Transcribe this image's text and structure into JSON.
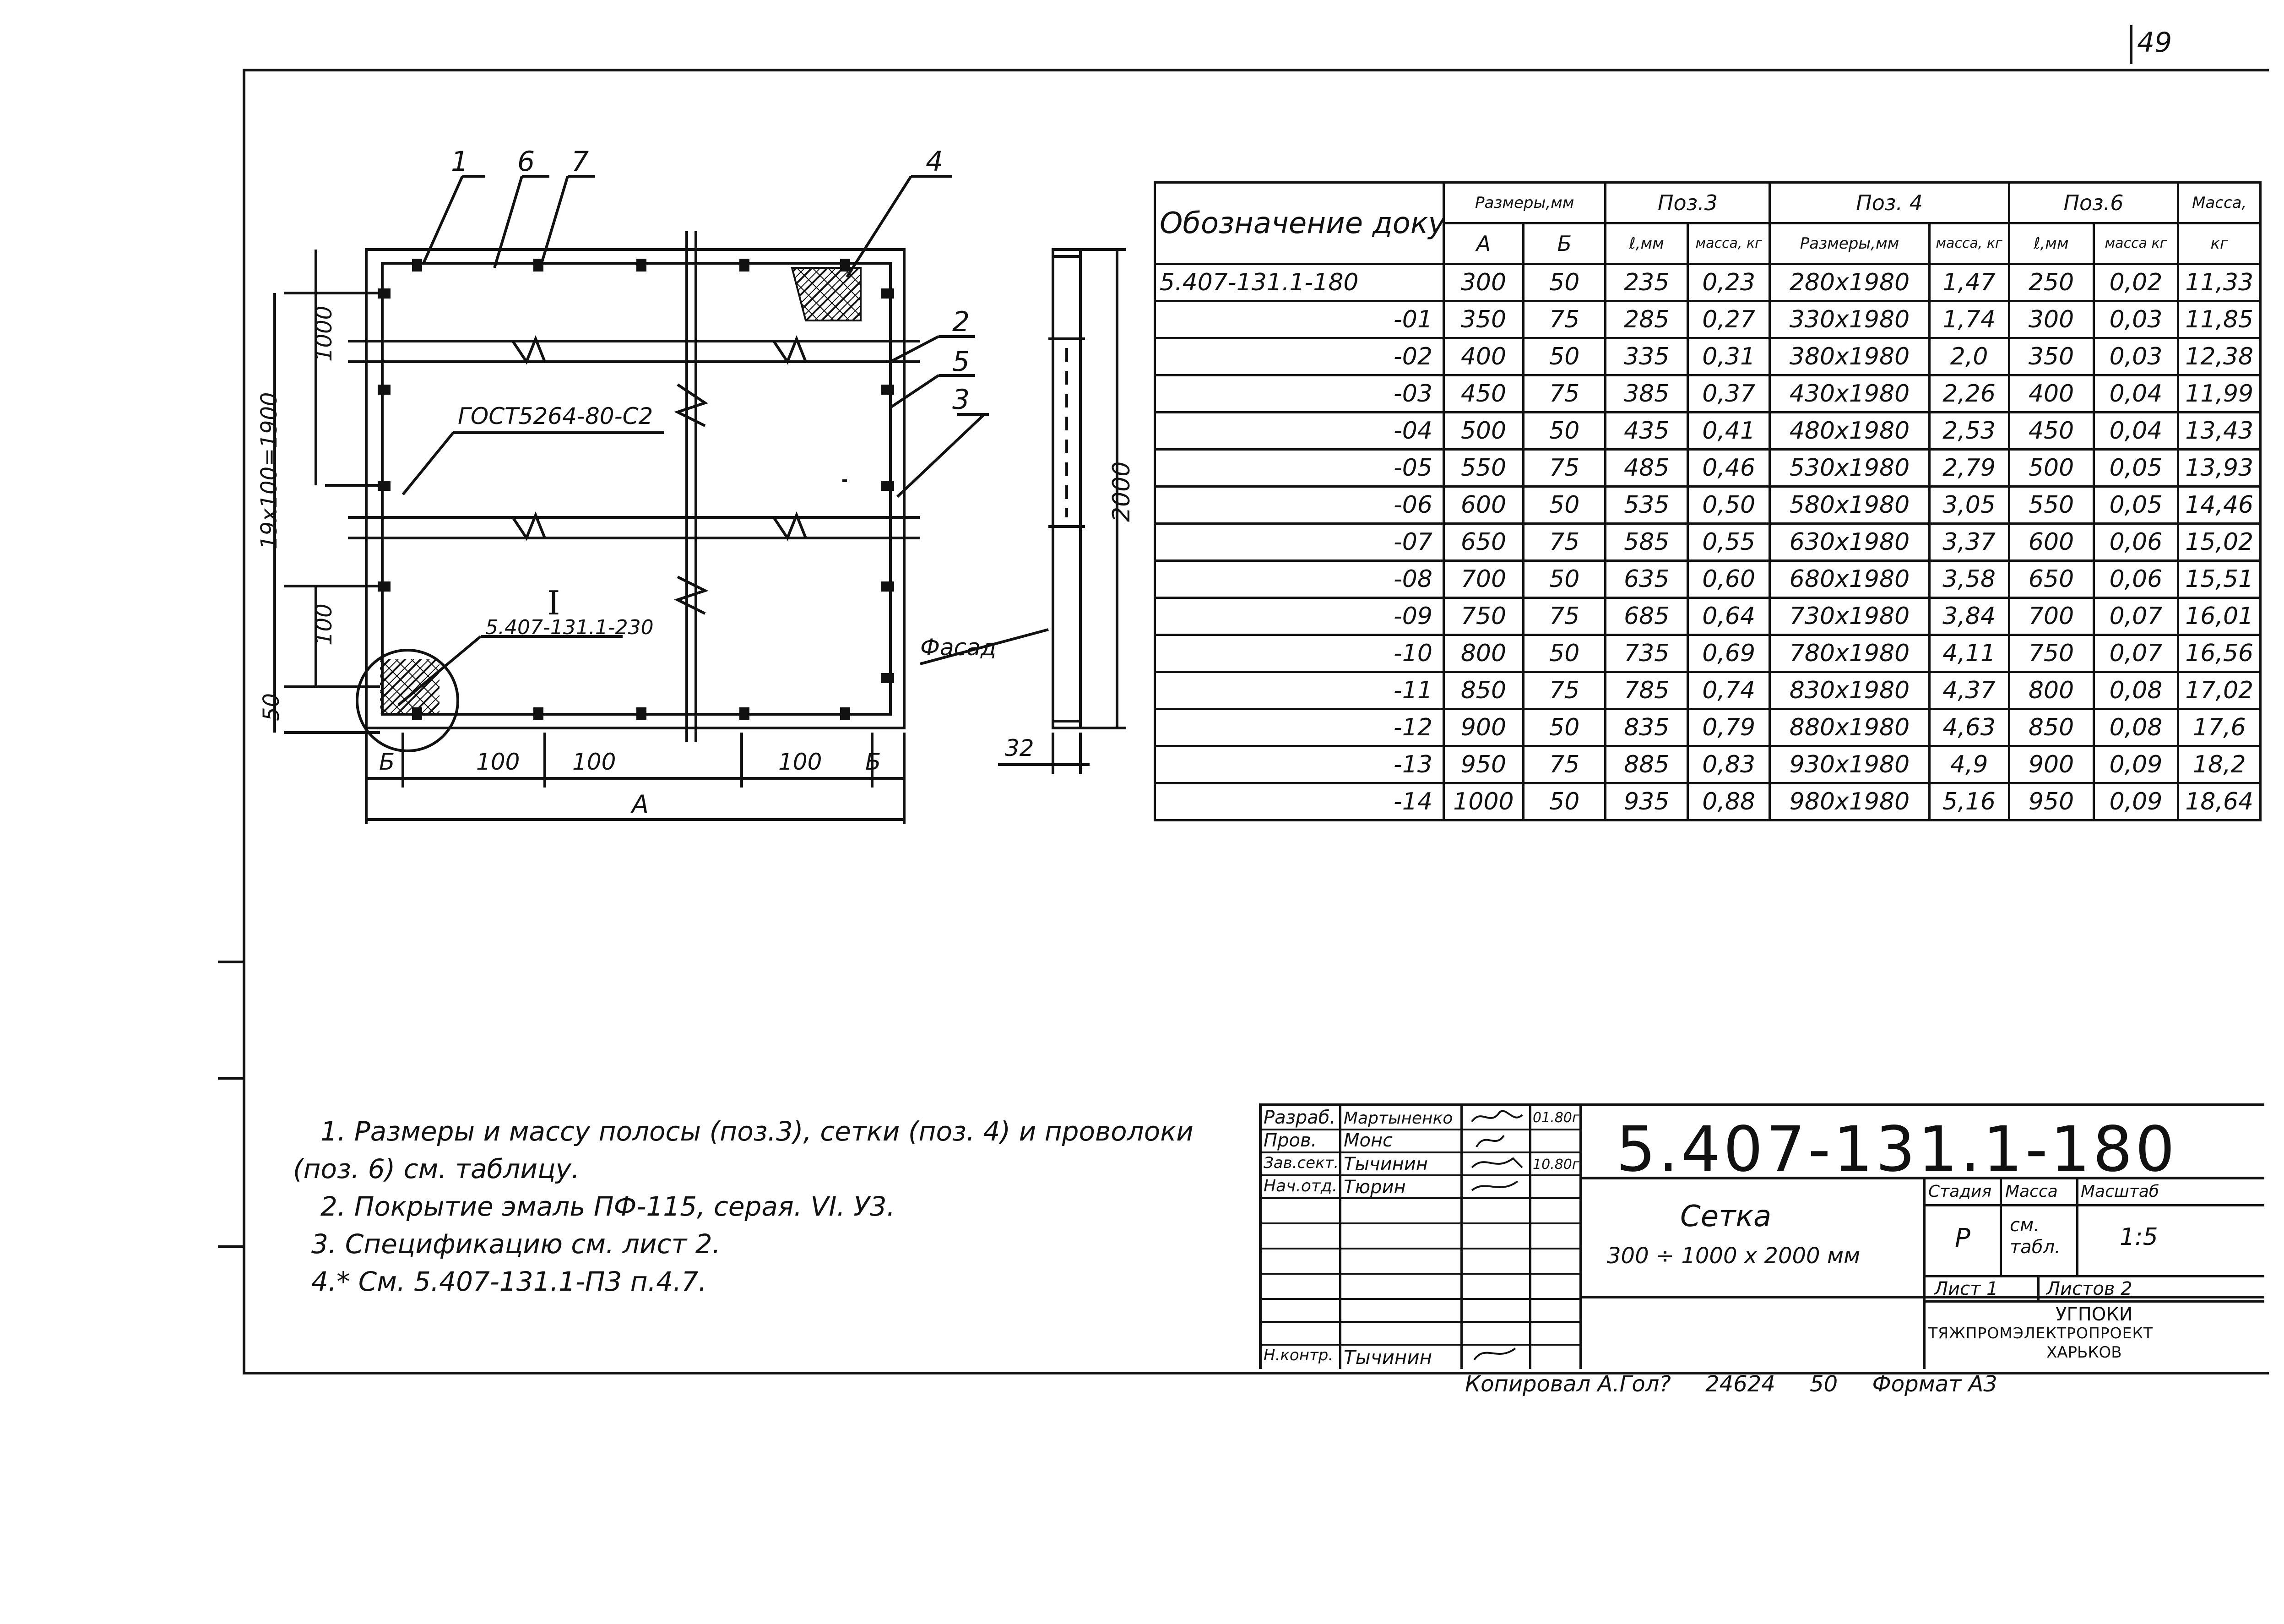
{
  "page": {
    "number": "49"
  },
  "drawing": {
    "callouts": [
      "1",
      "6",
      "7",
      "4",
      "2",
      "5",
      "3"
    ],
    "gost_label": "ГОСТ5264-80-С2",
    "detail_mark": "I",
    "detail_ref": "5.407-131.1-230",
    "facade_label": "Фасад",
    "dimensions": {
      "vertical_1000": "1000",
      "vertical_total": "19x100=1900",
      "vertical_100": "100",
      "vertical_50": "50",
      "bottom_b_left": "Б",
      "bottom_100_a": "100",
      "bottom_100_b": "100",
      "bottom_100_c": "100",
      "bottom_b_right": "Б",
      "width_a": "А",
      "side_height": "2000",
      "side_thickness": "32"
    }
  },
  "table": {
    "headers": {
      "doc": "Обозначение документа",
      "sizes": "Размеры,мм",
      "a": "А",
      "b": "Б",
      "pos3": "Поз.3",
      "pos3_len": "ℓ,мм",
      "pos3_mass": "масса, кг",
      "pos4": "Поз. 4",
      "pos4_size": "Размеры,мм",
      "pos4_mass": "масса, кг",
      "pos6": "Поз.6",
      "pos6_len": "ℓ,мм",
      "pos6_mass": "масса кг",
      "mass": "Масса,",
      "mass_unit": "кг"
    },
    "rows": [
      {
        "doc": "5.407-131.1-180",
        "a": "300",
        "b": "50",
        "l3": "235",
        "m3": "0,23",
        "s4": "280x1980",
        "m4": "1,47",
        "l6": "250",
        "m6": "0,02",
        "mass": "11,33"
      },
      {
        "doc": "-01",
        "a": "350",
        "b": "75",
        "l3": "285",
        "m3": "0,27",
        "s4": "330x1980",
        "m4": "1,74",
        "l6": "300",
        "m6": "0,03",
        "mass": "11,85"
      },
      {
        "doc": "-02",
        "a": "400",
        "b": "50",
        "l3": "335",
        "m3": "0,31",
        "s4": "380x1980",
        "m4": "2,0",
        "l6": "350",
        "m6": "0,03",
        "mass": "12,38"
      },
      {
        "doc": "-03",
        "a": "450",
        "b": "75",
        "l3": "385",
        "m3": "0,37",
        "s4": "430x1980",
        "m4": "2,26",
        "l6": "400",
        "m6": "0,04",
        "mass": "11,99"
      },
      {
        "doc": "-04",
        "a": "500",
        "b": "50",
        "l3": "435",
        "m3": "0,41",
        "s4": "480x1980",
        "m4": "2,53",
        "l6": "450",
        "m6": "0,04",
        "mass": "13,43"
      },
      {
        "doc": "-05",
        "a": "550",
        "b": "75",
        "l3": "485",
        "m3": "0,46",
        "s4": "530x1980",
        "m4": "2,79",
        "l6": "500",
        "m6": "0,05",
        "mass": "13,93"
      },
      {
        "doc": "-06",
        "a": "600",
        "b": "50",
        "l3": "535",
        "m3": "0,50",
        "s4": "580x1980",
        "m4": "3,05",
        "l6": "550",
        "m6": "0,05",
        "mass": "14,46"
      },
      {
        "doc": "-07",
        "a": "650",
        "b": "75",
        "l3": "585",
        "m3": "0,55",
        "s4": "630x1980",
        "m4": "3,37",
        "l6": "600",
        "m6": "0,06",
        "mass": "15,02"
      },
      {
        "doc": "-08",
        "a": "700",
        "b": "50",
        "l3": "635",
        "m3": "0,60",
        "s4": "680x1980",
        "m4": "3,58",
        "l6": "650",
        "m6": "0,06",
        "mass": "15,51"
      },
      {
        "doc": "-09",
        "a": "750",
        "b": "75",
        "l3": "685",
        "m3": "0,64",
        "s4": "730x1980",
        "m4": "3,84",
        "l6": "700",
        "m6": "0,07",
        "mass": "16,01"
      },
      {
        "doc": "-10",
        "a": "800",
        "b": "50",
        "l3": "735",
        "m3": "0,69",
        "s4": "780x1980",
        "m4": "4,11",
        "l6": "750",
        "m6": "0,07",
        "mass": "16,56"
      },
      {
        "doc": "-11",
        "a": "850",
        "b": "75",
        "l3": "785",
        "m3": "0,74",
        "s4": "830x1980",
        "m4": "4,37",
        "l6": "800",
        "m6": "0,08",
        "mass": "17,02"
      },
      {
        "doc": "-12",
        "a": "900",
        "b": "50",
        "l3": "835",
        "m3": "0,79",
        "s4": "880x1980",
        "m4": "4,63",
        "l6": "850",
        "m6": "0,08",
        "mass": "17,6"
      },
      {
        "doc": "-13",
        "a": "950",
        "b": "75",
        "l3": "885",
        "m3": "0,83",
        "s4": "930x1980",
        "m4": "4,9",
        "l6": "900",
        "m6": "0,09",
        "mass": "18,2"
      },
      {
        "doc": "-14",
        "a": "1000",
        "b": "50",
        "l3": "935",
        "m3": "0,88",
        "s4": "980x1980",
        "m4": "5,16",
        "l6": "950",
        "m6": "0,09",
        "mass": "18,64"
      }
    ]
  },
  "notes": [
    "1. Размеры и массу полосы (поз.3), сетки (поз. 4) и проволоки",
    "(поз. 6) см. таблицу.",
    "2. Покрытие эмаль ПФ-115, серая. VI. У3.",
    "3. Спецификацию см. лист 2.",
    "4.* См. 5.407-131.1-П3 п.4.7."
  ],
  "title_block": {
    "doc_code": "5.407-131.1-180",
    "people": [
      {
        "role": "Разраб.",
        "name": "Мартыненко",
        "date": "01.80г"
      },
      {
        "role": "Пров.",
        "name": "Монс",
        "date": ""
      },
      {
        "role": "Зав.сект.",
        "name": "Тычинин",
        "date": "10.80г"
      },
      {
        "role": "Нач.отд.",
        "name": "Тюрин",
        "date": ""
      },
      {
        "role": "Н.контр.",
        "name": "Тычинин",
        "date": ""
      }
    ],
    "product_name": "Сетка",
    "product_size": "300 ÷ 1000 x 2000 мм",
    "stage_label": "Стадия",
    "mass_label": "Масса",
    "scale_label": "Масштаб",
    "stage": "Р",
    "mass_value": "см. табл.",
    "scale": "1:5",
    "sheet": "Лист 1",
    "sheets": "Листов 2",
    "org_line1": "УГПОКИ",
    "org_line2": "ТЯЖПРОМЭЛЕКТРОПРОЕКТ",
    "org_line3": "ХАРЬКОВ"
  },
  "copy_line": {
    "copied": "Копировал А.Гол?",
    "number": "24624",
    "code": "50",
    "format": "Формат А3"
  }
}
